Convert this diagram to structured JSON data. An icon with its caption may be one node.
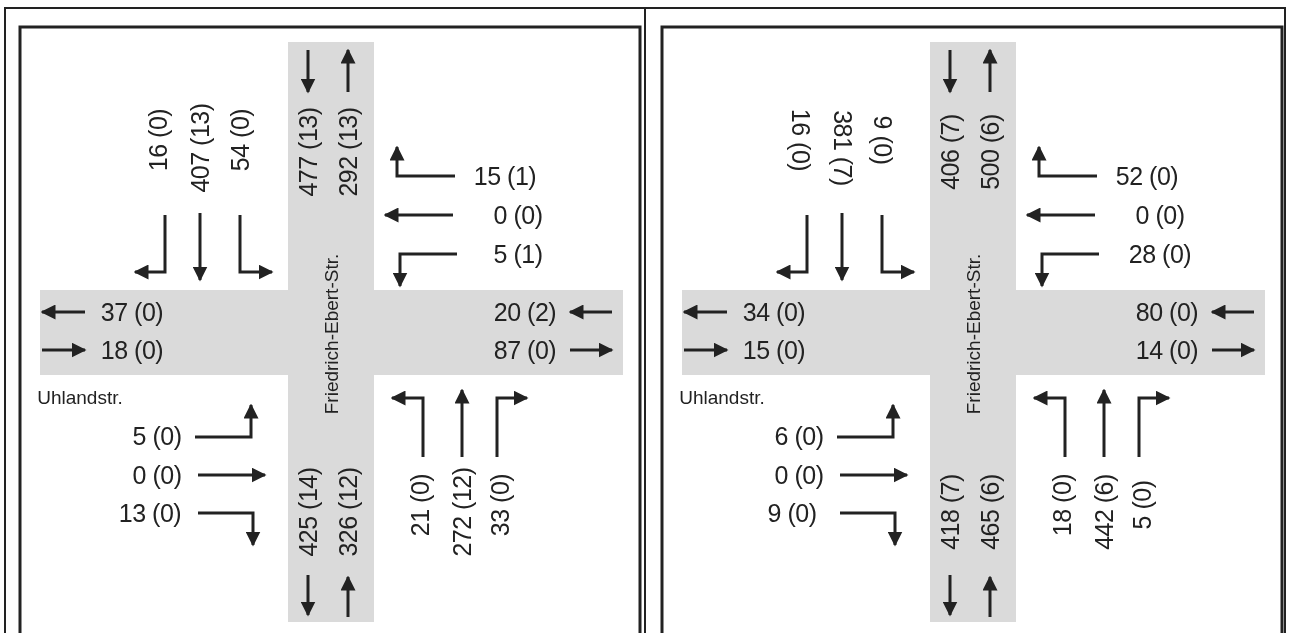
{
  "diagram": {
    "labels": [
      "16 (0)",
      "407 (13)",
      "54 (0)",
      "477 (13)",
      "292 (13)",
      "15 (1)",
      "0 (0)",
      "5 (1)",
      "37 (0)",
      "20 (2)",
      "18 (0)",
      "87 (0)",
      "Friedrich-Ebert-Str.",
      "Uhlandstr.",
      "5 (0)",
      "0 (0)",
      "13 (0)",
      "425 (14)",
      "326 (12)",
      "21 (0)",
      "272 (12)",
      "33 (0)",
      "16 (0)",
      "381 (7)",
      "9 (0)",
      "406 (7)",
      "500 (6)",
      "52 (0)",
      "0 (0)",
      "28 (0)",
      "34 (0)",
      "80 (0)",
      "15 (0)",
      "14 (0)",
      "Friedrich-Ebert-Str.",
      "Uhlandstr.",
      "6 (0)",
      "0 (0)",
      "9 (0)",
      "418 (7)",
      "465 (6)",
      "18 (0)",
      "442 (6)",
      "5 (0)"
    ]
  }
}
